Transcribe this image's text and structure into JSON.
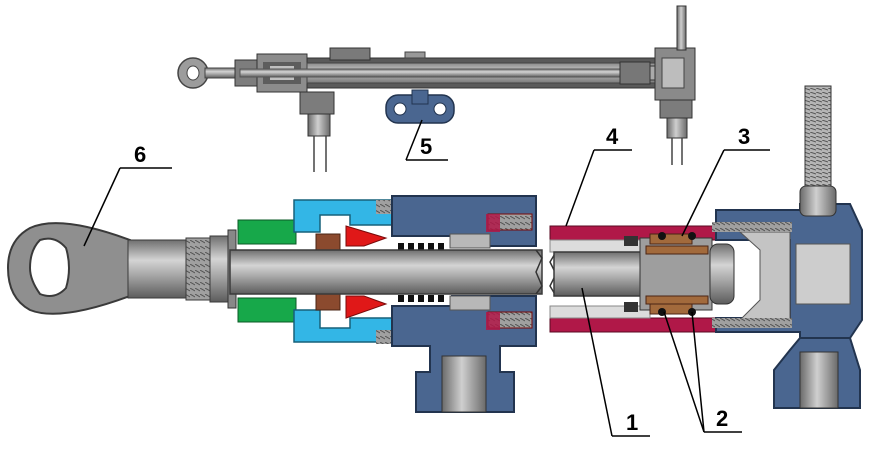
{
  "callouts": [
    {
      "id": "1",
      "text": "1"
    },
    {
      "id": "2",
      "text": "2"
    },
    {
      "id": "3",
      "text": "3"
    },
    {
      "id": "4",
      "text": "4"
    },
    {
      "id": "5",
      "text": "5"
    },
    {
      "id": "6",
      "text": "6"
    }
  ],
  "colors": {
    "steel": "#9a9a9a",
    "steel_dark": "#6e6e6e",
    "housing": "#4a6690",
    "housing_dark": "#2f4566",
    "cyan_cap": "#33b6e6",
    "green_nut": "#17a84a",
    "brown_washer": "#8b4a2e",
    "red_seal": "#e01818",
    "cylinder_red": "#b01848",
    "bronze_ring": "#a26a3c"
  }
}
